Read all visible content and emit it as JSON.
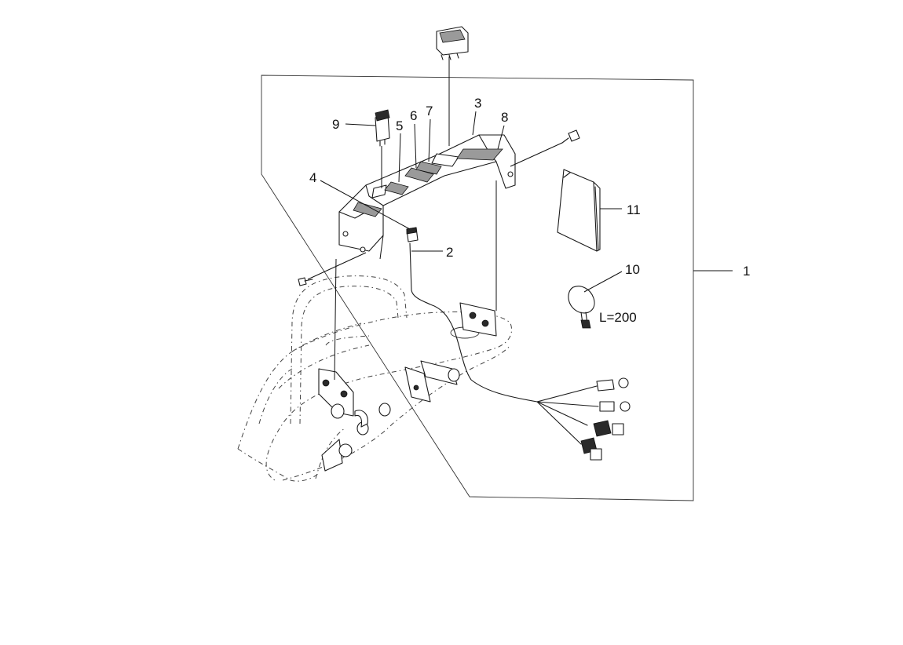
{
  "callouts": [
    {
      "id": "1",
      "text": "1"
    },
    {
      "id": "2",
      "text": "2"
    },
    {
      "id": "3",
      "text": "3"
    },
    {
      "id": "4",
      "text": "4"
    },
    {
      "id": "5",
      "text": "5"
    },
    {
      "id": "6",
      "text": "6"
    },
    {
      "id": "7",
      "text": "7"
    },
    {
      "id": "8",
      "text": "8"
    },
    {
      "id": "9",
      "text": "9"
    },
    {
      "id": "10",
      "text": "10"
    },
    {
      "id": "11",
      "text": "11"
    }
  ],
  "annotation": {
    "cable_tie_length": "L=200"
  }
}
